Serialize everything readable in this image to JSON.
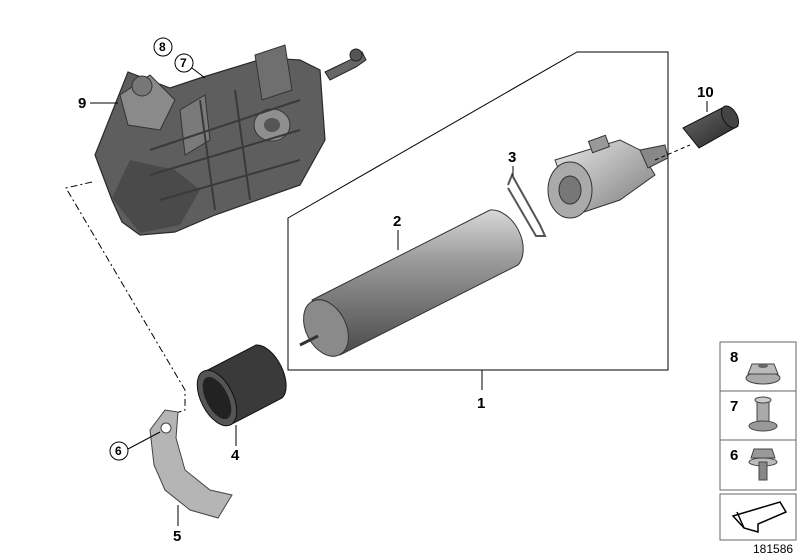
{
  "callouts": {
    "p1": "1",
    "p2": "2",
    "p3": "3",
    "p4": "4",
    "p5": "5",
    "p6": "6",
    "p7": "7",
    "p8": "8",
    "p9": "9",
    "p10": "10"
  },
  "side_panel": {
    "items": [
      {
        "label": "8",
        "icon": "flange-nut-icon"
      },
      {
        "label": "7",
        "icon": "spacer-sleeve-icon"
      },
      {
        "label": "6",
        "icon": "bolt-washer-icon"
      }
    ],
    "footer_icon": "arrow-symbol-icon"
  },
  "reference_number": "181586"
}
